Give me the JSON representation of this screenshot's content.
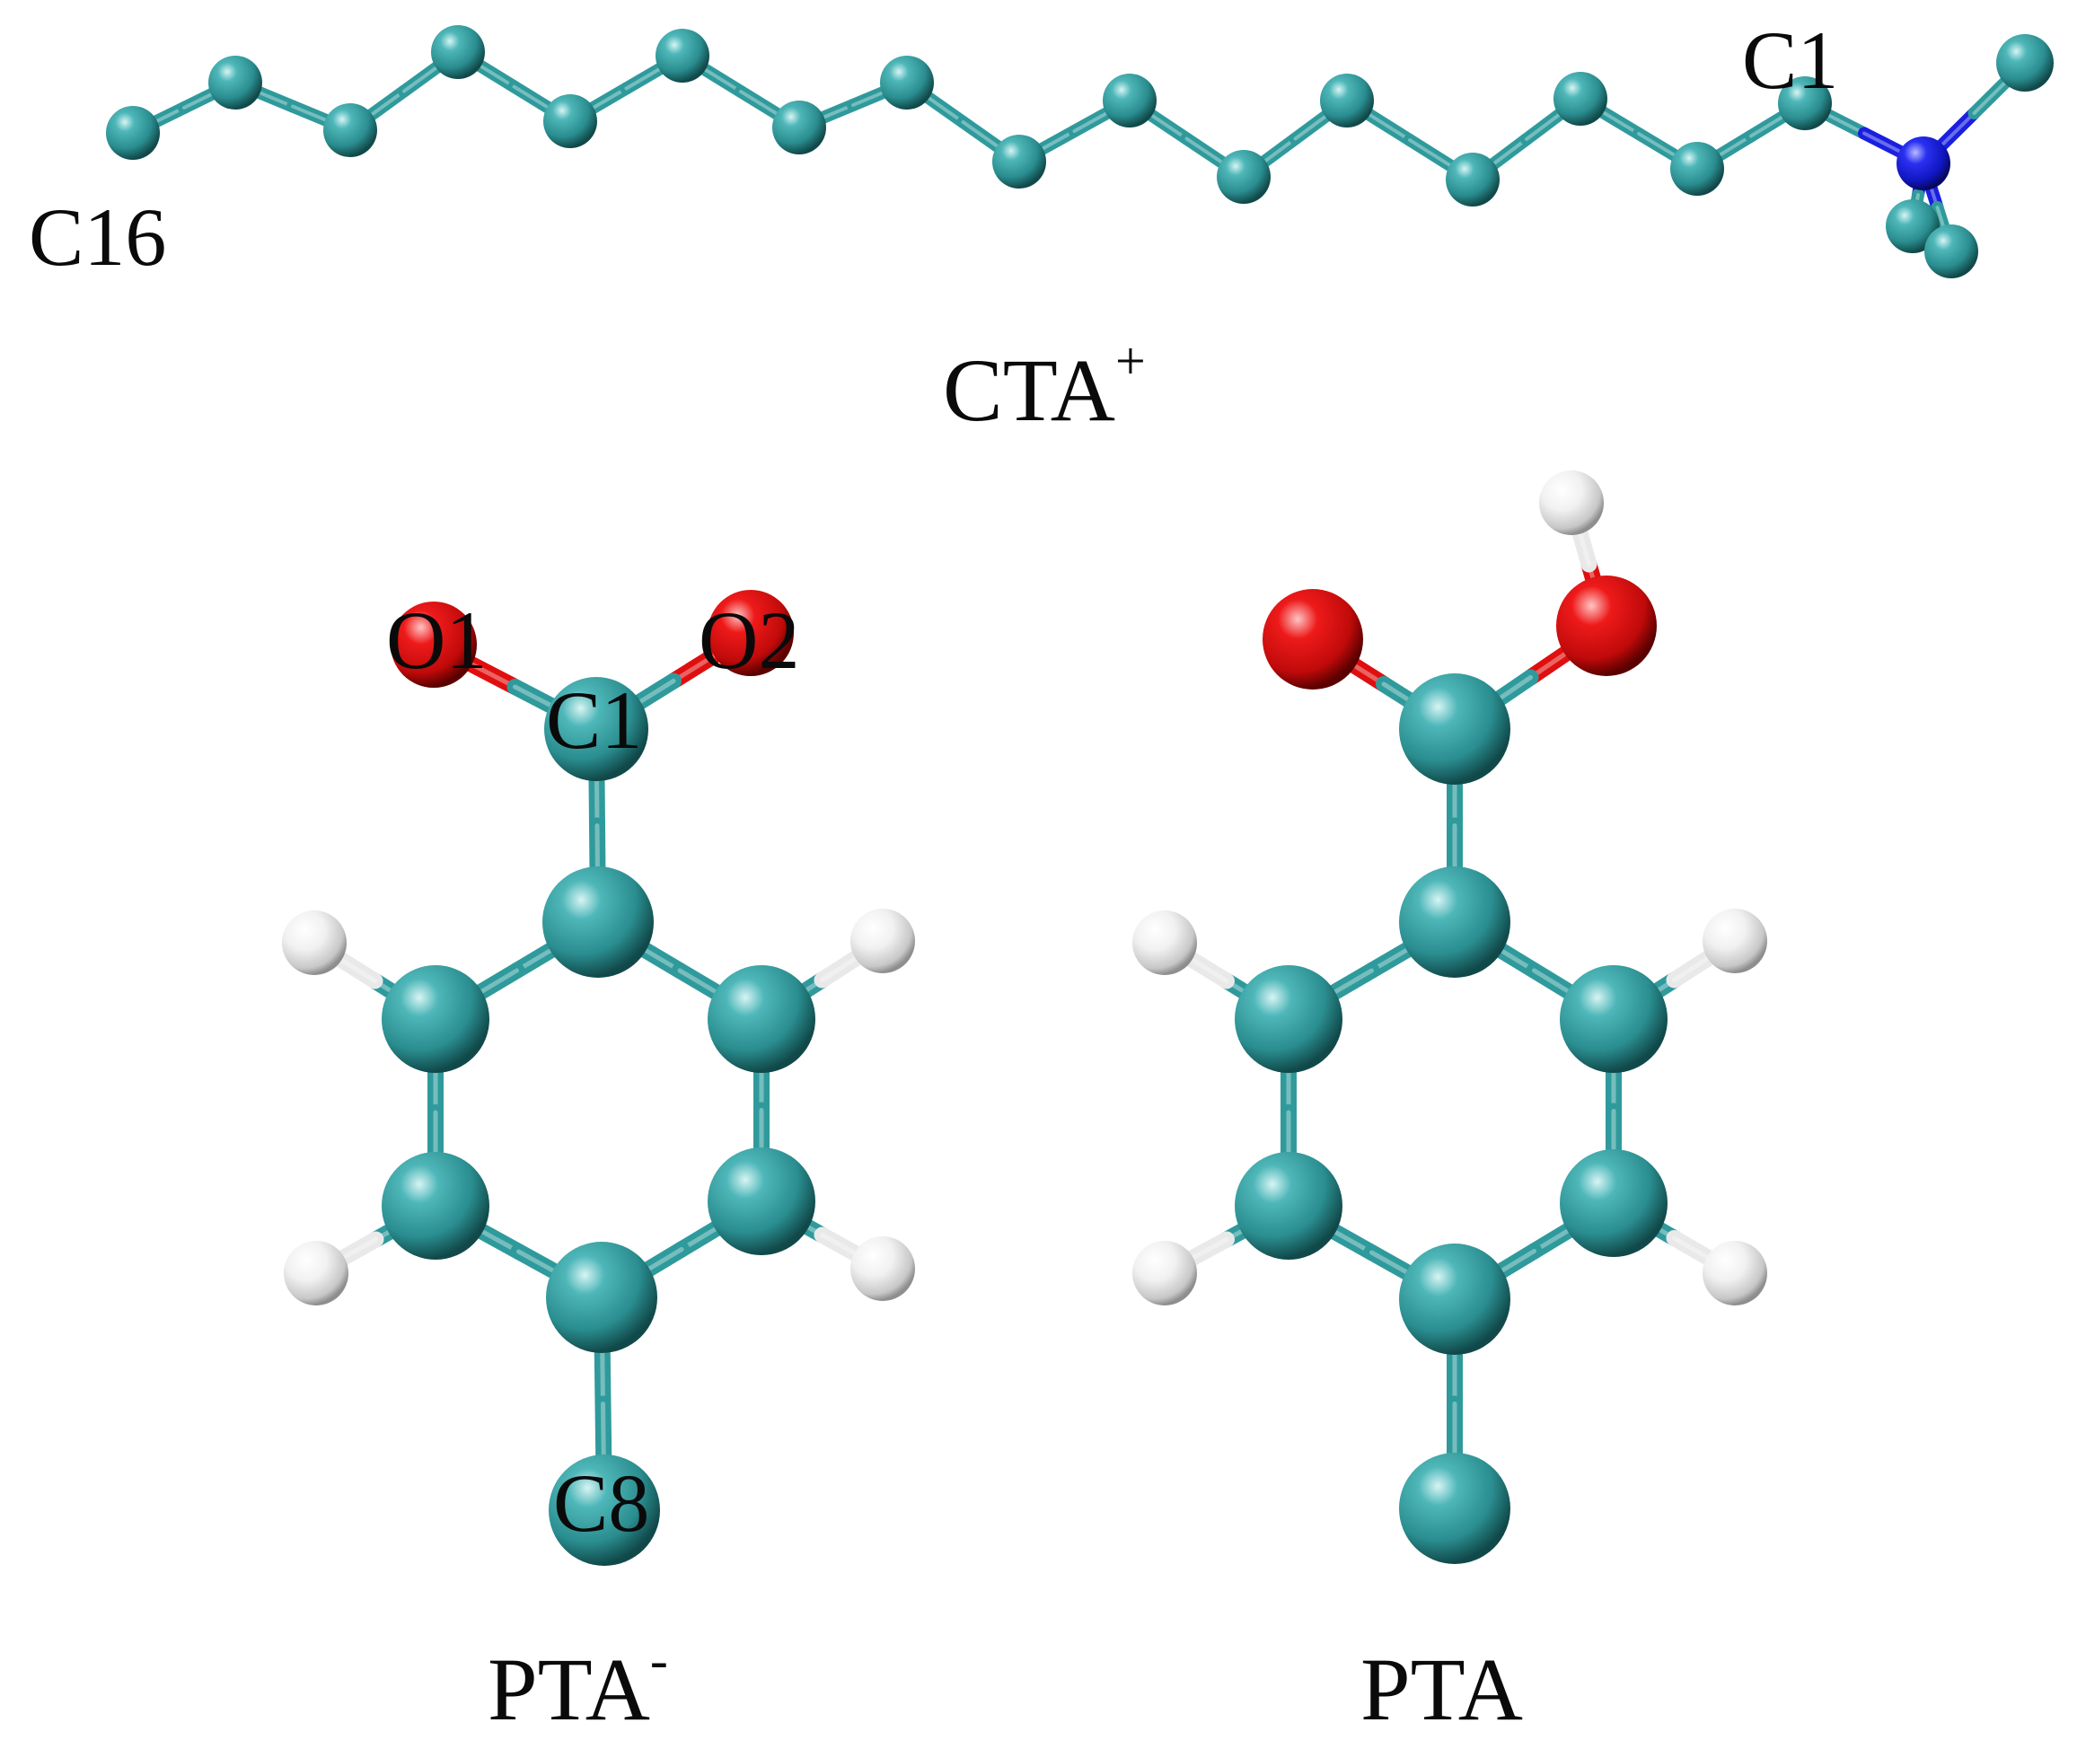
{
  "colors": {
    "carbon": "#2f9a9c",
    "nitrogen": "#1a1fe0",
    "oxygen": "#e00f0f",
    "hydrogen": "#e9e9e9",
    "background": "#ffffff",
    "text": "#0a0a0a"
  },
  "molecules": {
    "cta": {
      "caption": "CTA",
      "charge": "+",
      "labels": {
        "tail": "C16",
        "head": "C1"
      }
    },
    "pta_anion": {
      "caption": "PTA",
      "charge": "-",
      "labels": {
        "o1": "O1",
        "o2": "O2",
        "c1": "C1",
        "c8": "C8"
      }
    },
    "pta_neutral": {
      "caption": "PTA"
    }
  }
}
